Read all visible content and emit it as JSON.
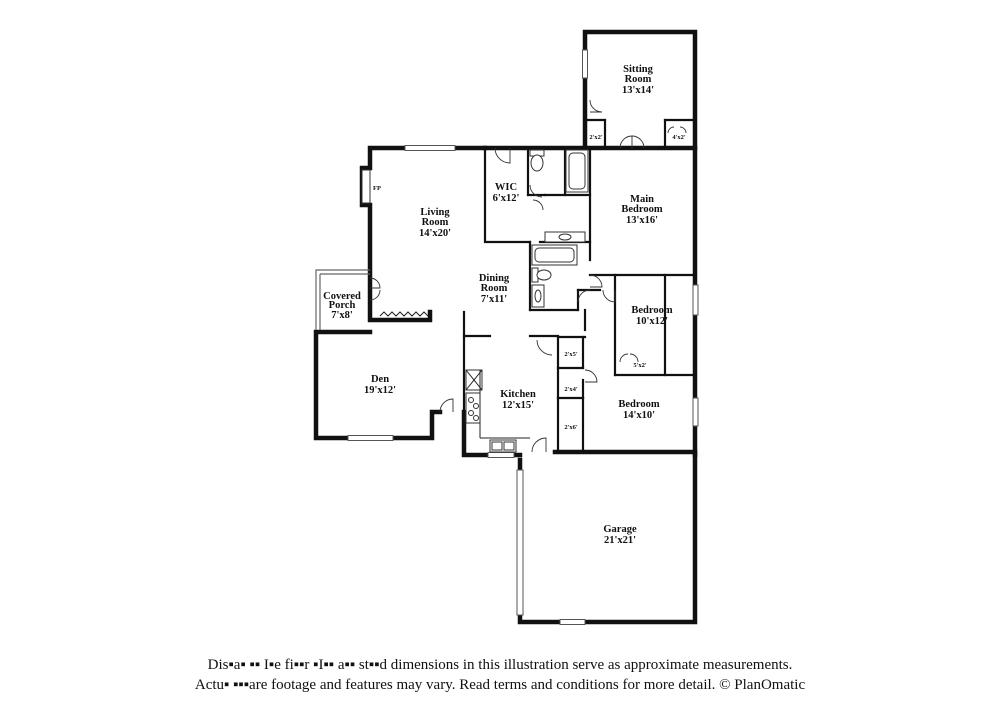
{
  "rooms": {
    "sitting_room": {
      "name_line1": "Sitting",
      "name_line2": "Room",
      "dims": "13'x14'"
    },
    "wic": {
      "name": "WIC",
      "dims": "6'x12'"
    },
    "main_bedroom": {
      "name_line1": "Main",
      "name_line2": "Bedroom",
      "dims": "13'x16'"
    },
    "living_room": {
      "name_line1": "Living",
      "name_line2": "Room",
      "dims": "14'x20'"
    },
    "dining_room": {
      "name_line1": "Dining",
      "name_line2": "Room",
      "dims": "7'x11'"
    },
    "covered_porch": {
      "name_line1": "Covered",
      "name_line2": "Porch",
      "dims": "7'x8'"
    },
    "bedroom_1": {
      "name": "Bedroom",
      "dims": "10'x12'"
    },
    "bedroom_2": {
      "name": "Bedroom",
      "dims": "14'x10'"
    },
    "den": {
      "name": "Den",
      "dims": "19'x12'"
    },
    "kitchen": {
      "name": "Kitchen",
      "dims": "12'x15'"
    },
    "garage": {
      "name": "Garage",
      "dims": "21'x21'"
    }
  },
  "small_labels": {
    "fireplace": "FP",
    "closet_sitting_left": "2'x2'",
    "closet_sitting_right": "4'x2'",
    "closet_bedroom": "5'x2'",
    "closet_hall_1": "2'x5'",
    "closet_hall_2": "2'x4'",
    "closet_hall_3": "2'x6'"
  },
  "disclaimer": {
    "line1": "Dis▪a▪ ▪▪ I▪e fi▪▪r ▪I▪▪ a▪▪ st▪▪d dimensions in this illustration serve as approximate measurements.",
    "line2": "Actu▪ ▪▪▪are footage and features may vary. Read terms and conditions for more detail. © PlanOmatic"
  }
}
